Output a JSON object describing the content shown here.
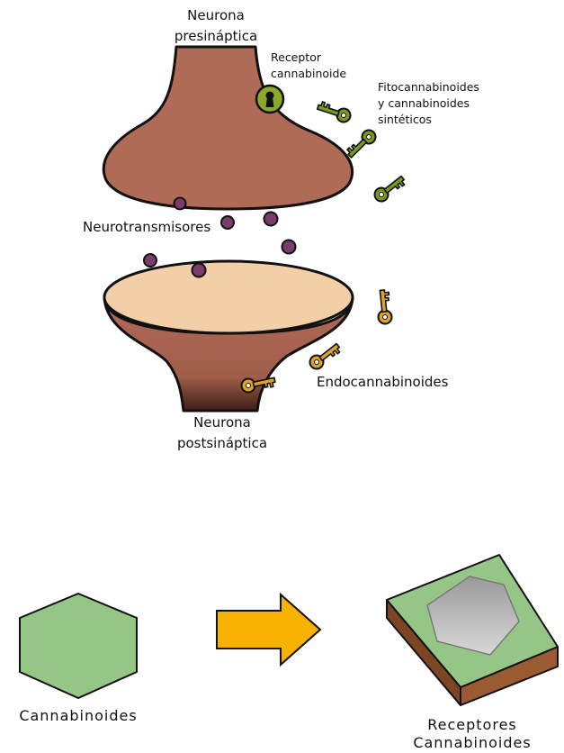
{
  "labels": {
    "presynaptic_line1": "Neurona",
    "presynaptic_line2": "presináptica",
    "receptor_line1": "Receptor",
    "receptor_line2": "cannabinoide",
    "phyto_line1": "Fitocannabinoides",
    "phyto_line2": "y cannabinoides",
    "phyto_line3": "sintéticos",
    "neurotransmitters": "Neurotransmisores",
    "endocannabinoids": "Endocannabinoides",
    "postsynaptic_line1": "Neurona",
    "postsynaptic_line2": "postsináptica",
    "cannabinoids": "Cannabinoides",
    "receptors_line1": "Receptores",
    "receptors_line2": "Cannabinoides"
  },
  "colors": {
    "neuron_body": "#b06b57",
    "neuron_dark": "#5a2e22",
    "neuron_top": "#f2cfa6",
    "neurotransmitter": "#7a3c6b",
    "phyto_key": "#7a9a1f",
    "endo_key": "#e0a424",
    "hexagon": "#95c686",
    "arrow": "#f7b200",
    "box_top": "#95c686",
    "box_side": "#8a4e2d",
    "receptor_hole": "#c9c9c9"
  },
  "icons": {
    "receptor": "keyhole-lock-icon",
    "phyto": "key-icon",
    "endo": "key-icon",
    "arrow": "right-arrow-icon"
  }
}
